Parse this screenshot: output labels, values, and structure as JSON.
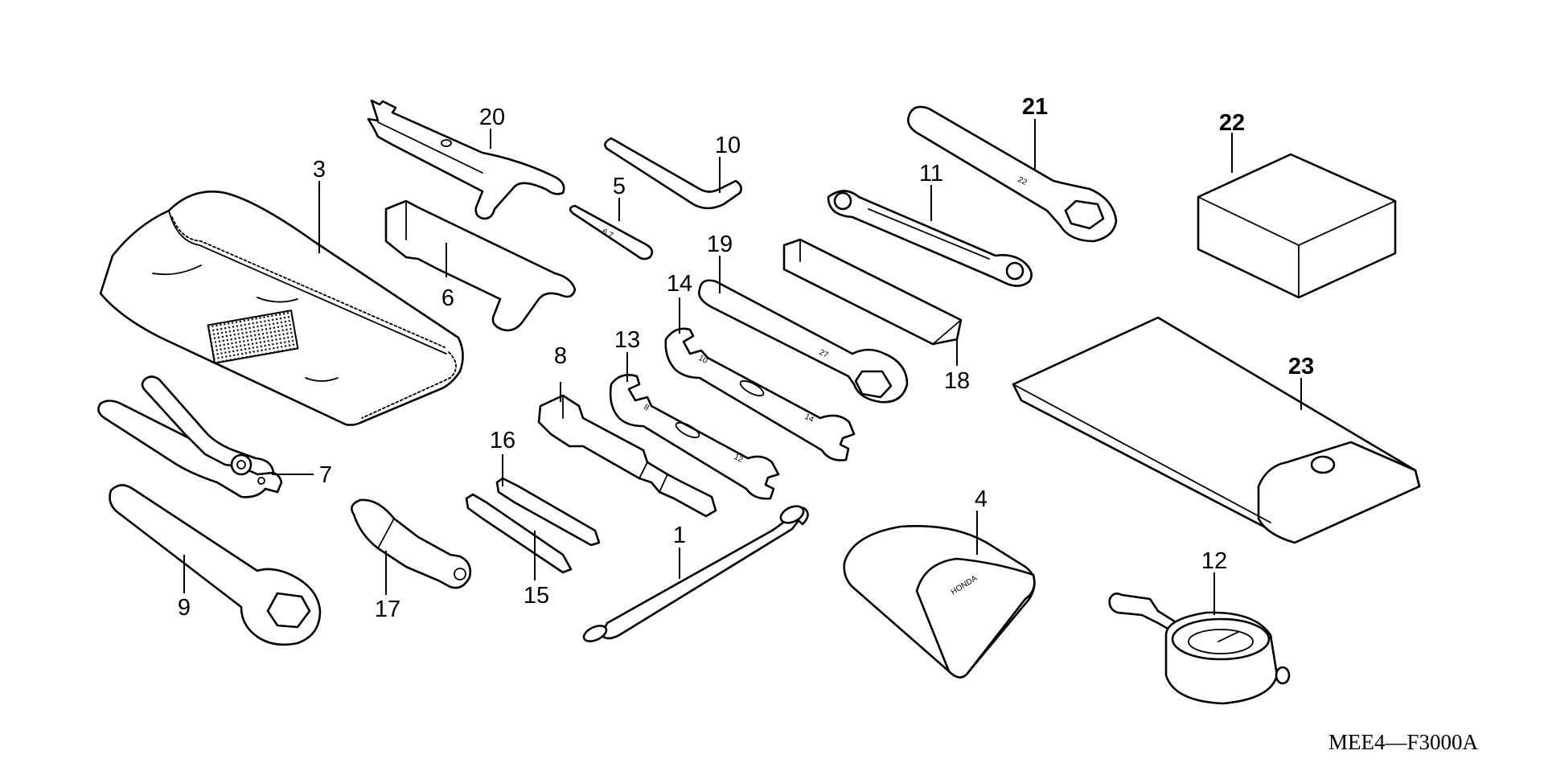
{
  "diagram": {
    "code": "MEE4—F3000A",
    "parts": [
      {
        "num": "1"
      },
      {
        "num": "3"
      },
      {
        "num": "4"
      },
      {
        "num": "5"
      },
      {
        "num": "6"
      },
      {
        "num": "7"
      },
      {
        "num": "8"
      },
      {
        "num": "9"
      },
      {
        "num": "10"
      },
      {
        "num": "11"
      },
      {
        "num": "12"
      },
      {
        "num": "13"
      },
      {
        "num": "14"
      },
      {
        "num": "15"
      },
      {
        "num": "16"
      },
      {
        "num": "17"
      },
      {
        "num": "18"
      },
      {
        "num": "19"
      },
      {
        "num": "20"
      },
      {
        "num": "21"
      },
      {
        "num": "22"
      },
      {
        "num": "23"
      }
    ],
    "stamps": {
      "wrench19": "27",
      "wrench21": "22",
      "wrench14_left": "10",
      "wrench14_right": "14",
      "wrench13_left": "8",
      "wrench13_right": "12",
      "pin5": "6.7",
      "pouch4": "HONDA"
    }
  }
}
